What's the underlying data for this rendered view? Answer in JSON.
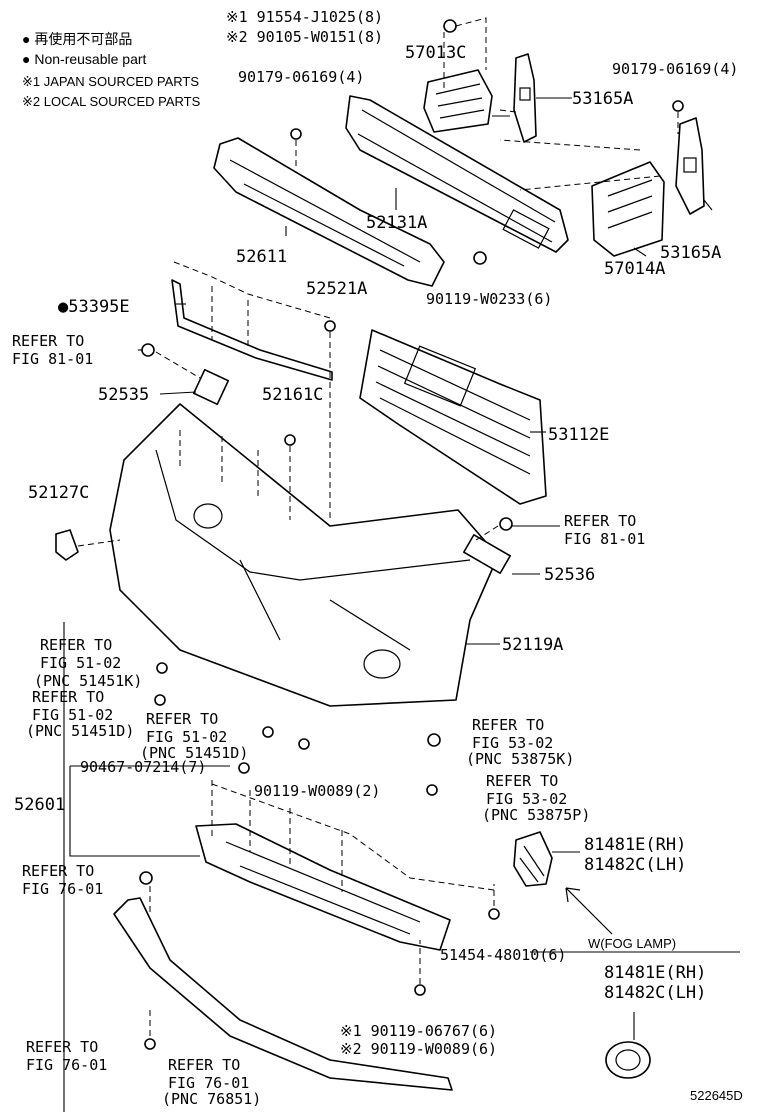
{
  "legend": {
    "nonreusable_jp": "● 再使用不可部品",
    "nonreusable_en": "● Non-reusable part",
    "japan_sourced": "※1 JAPAN SOURCED PARTS",
    "local_sourced": "※2 LOCAL SOURCED PARTS"
  },
  "labels": {
    "p91554": "※1 91554-J1025(8)",
    "p90105": "※2 90105-W0151(8)",
    "p57013C": "57013C",
    "p90179a": "90179-06169(4)",
    "p90179b": "90179-06169(4)",
    "p53165A_top": "53165A",
    "p52131A": "52131A",
    "p52611": "52611",
    "p53165A_right": "53165A",
    "p57014A": "57014A",
    "p52521A": "52521A",
    "p90119_0233": "90119-W0233(6)",
    "p53395E": "●53395E",
    "ref81_l1": "REFER TO",
    "ref81_l2": "FIG 81-01",
    "p52535": "52535",
    "p52161C": "52161C",
    "p53112E": "53112E",
    "p52127C": "52127C",
    "ref81b_l1": "REFER TO",
    "ref81b_l2": "FIG 81-01",
    "p52536": "52536",
    "p52119A": "52119A",
    "ref51a_l1": "REFER TO",
    "ref51a_l2": "FIG 51-02",
    "ref51a_l3": "(PNC 51451K)",
    "ref51b_l1": "REFER TO",
    "ref51b_l2": "FIG 51-02",
    "ref51b_l3": "(PNC 51451D)",
    "ref51c_l1": "REFER TO",
    "ref51c_l2": "FIG 51-02",
    "ref51c_l3": "(PNC 51451D)",
    "ref53a_l1": "REFER TO",
    "ref53a_l2": "FIG 53-02",
    "ref53a_l3": "(PNC 53875K)",
    "ref53b_l1": "REFER TO",
    "ref53b_l2": "FIG 53-02",
    "ref53b_l3": "(PNC 53875P)",
    "p52601": "52601",
    "p90467": "90467-07214(7)",
    "p90119_0089": "90119-W0089(2)",
    "p81481E_a": "81481E(RH)",
    "p81482C_a": "81482C(LH)",
    "ref76a_l1": "REFER TO",
    "ref76a_l2": "FIG 76-01",
    "p51454": "51454-48010(6)",
    "fog_lamp": "W(FOG LAMP)",
    "p81481E_b": "81481E(RH)",
    "p81482C_b": "81482C(LH)",
    "p90119_06767": "※1 90119-06767(6)",
    "p90119_w0089b": "※2 90119-W0089(6)",
    "ref76b_l1": "REFER TO",
    "ref76b_l2": "FIG 76-01",
    "ref76c_l1": "REFER TO",
    "ref76c_l2": "FIG 76-01",
    "ref76c_l3": "(PNC 76851)",
    "drawing_no": "522645D"
  }
}
